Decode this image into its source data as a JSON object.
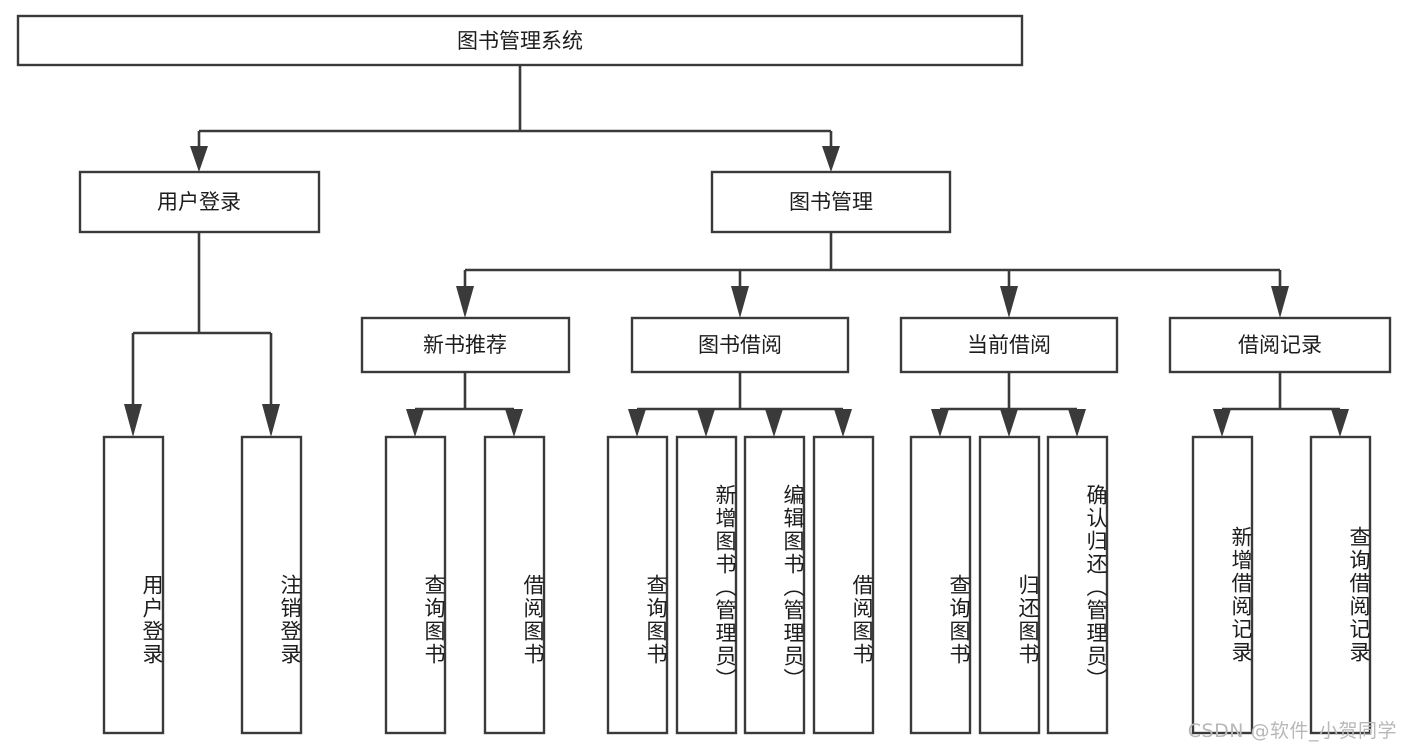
{
  "diagram": {
    "type": "hierarchy-tree",
    "title": "图书管理系统",
    "root": {
      "id": "root",
      "label": "图书管理系统",
      "orientation": "horizontal"
    },
    "level2": [
      {
        "id": "user-login",
        "label": "用户登录",
        "orientation": "horizontal"
      },
      {
        "id": "book-manage",
        "label": "图书管理",
        "orientation": "horizontal"
      }
    ],
    "level3": [
      {
        "id": "new-book-recommend",
        "label": "新书推荐",
        "orientation": "horizontal",
        "parent": "book-manage"
      },
      {
        "id": "book-borrow",
        "label": "图书借阅",
        "orientation": "horizontal",
        "parent": "book-manage"
      },
      {
        "id": "current-borrow",
        "label": "当前借阅",
        "orientation": "horizontal",
        "parent": "book-manage"
      },
      {
        "id": "borrow-record",
        "label": "借阅记录",
        "orientation": "horizontal",
        "parent": "book-manage"
      }
    ],
    "leaves": [
      {
        "id": "leaf-user-login",
        "label": "用户登录",
        "orientation": "vertical",
        "parent": "user-login"
      },
      {
        "id": "leaf-logout",
        "label": "注销登录",
        "orientation": "vertical",
        "parent": "user-login"
      },
      {
        "id": "leaf-query-book-1",
        "label": "查询图书",
        "orientation": "vertical",
        "parent": "new-book-recommend"
      },
      {
        "id": "leaf-borrow-book-1",
        "label": "借阅图书",
        "orientation": "vertical",
        "parent": "new-book-recommend"
      },
      {
        "id": "leaf-query-book-2",
        "label": "查询图书",
        "orientation": "vertical",
        "parent": "book-borrow"
      },
      {
        "id": "leaf-add-book",
        "label": "新增图书（管理员）",
        "orientation": "vertical",
        "parent": "book-borrow"
      },
      {
        "id": "leaf-edit-book",
        "label": "编辑图书（管理员）",
        "orientation": "vertical",
        "parent": "book-borrow"
      },
      {
        "id": "leaf-borrow-book-2",
        "label": "借阅图书",
        "orientation": "vertical",
        "parent": "book-borrow"
      },
      {
        "id": "leaf-query-book-3",
        "label": "查询图书",
        "orientation": "vertical",
        "parent": "current-borrow"
      },
      {
        "id": "leaf-return-book",
        "label": "归还图书",
        "orientation": "vertical",
        "parent": "current-borrow"
      },
      {
        "id": "leaf-confirm-return",
        "label": "确认归还（管理员）",
        "orientation": "vertical",
        "parent": "current-borrow"
      },
      {
        "id": "leaf-add-record",
        "label": "新增借阅记录",
        "orientation": "vertical",
        "parent": "borrow-record"
      },
      {
        "id": "leaf-query-record",
        "label": "查询借阅记录",
        "orientation": "vertical",
        "parent": "borrow-record"
      }
    ],
    "watermark": "CSDN @软件_小贺同学",
    "colors": {
      "box_stroke": "#3a3a3a",
      "box_fill": "#ffffff",
      "text": "#1d1d1d",
      "connector": "#3a3a3a",
      "background": "#ffffff",
      "watermark": "#b8b8b8"
    }
  }
}
